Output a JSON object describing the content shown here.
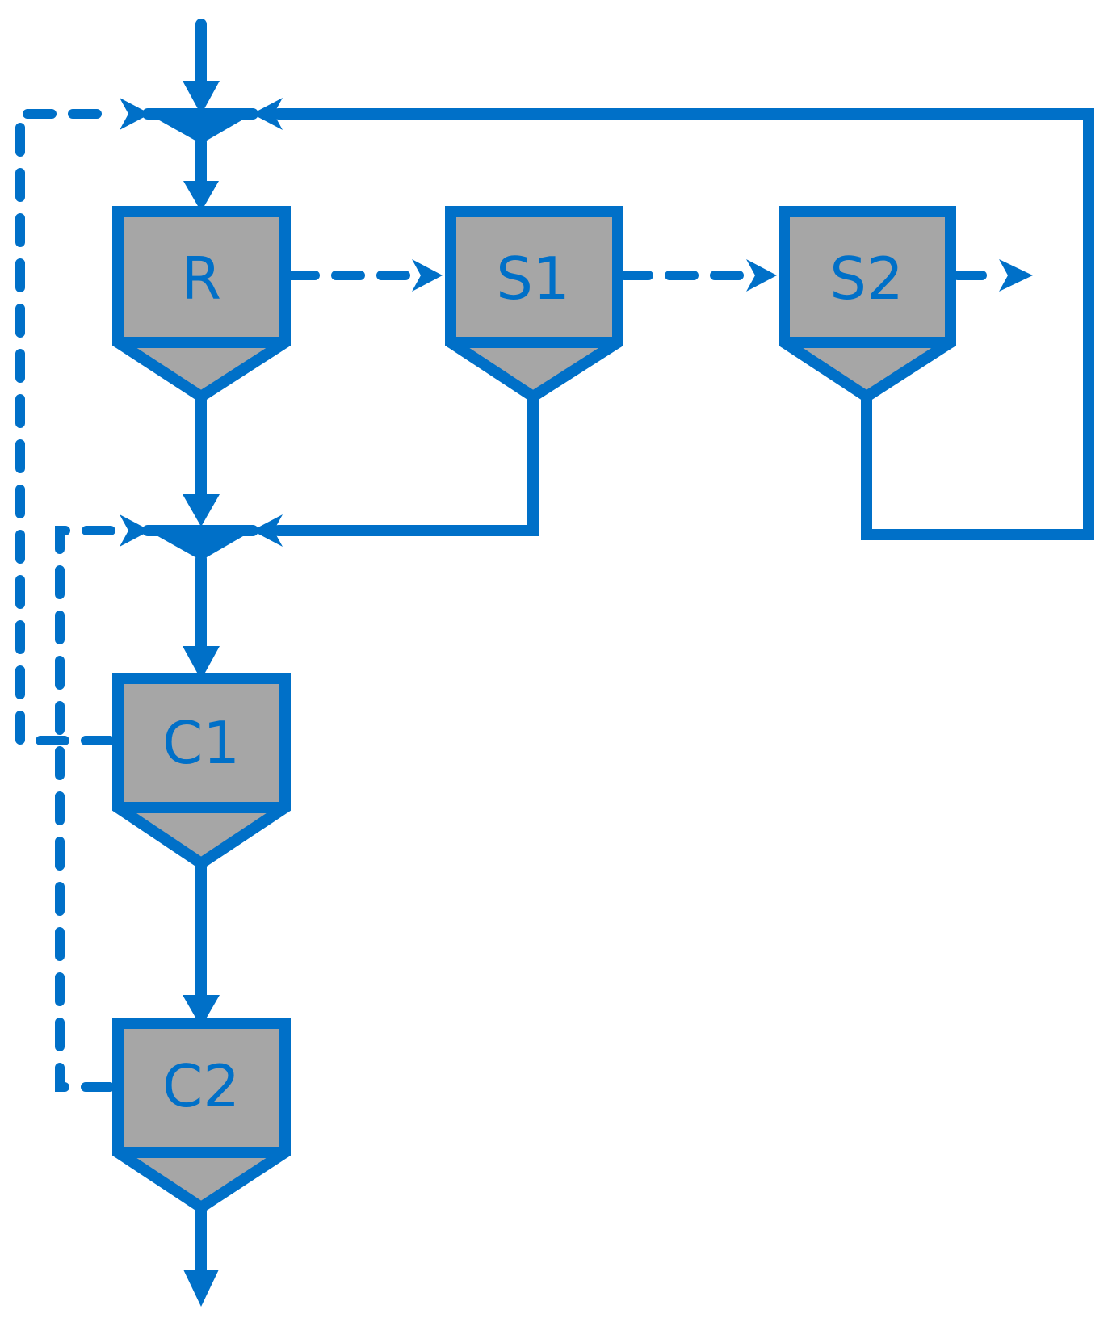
{
  "colors": {
    "line": "#0070C8",
    "unit_fill": "#A6A6A6",
    "background": "#FFFFFF"
  },
  "units": [
    {
      "id": "R",
      "label": "R"
    },
    {
      "id": "S1",
      "label": "S1"
    },
    {
      "id": "S2",
      "label": "S2"
    },
    {
      "id": "C1",
      "label": "C1"
    },
    {
      "id": "C2",
      "label": "C2"
    }
  ]
}
